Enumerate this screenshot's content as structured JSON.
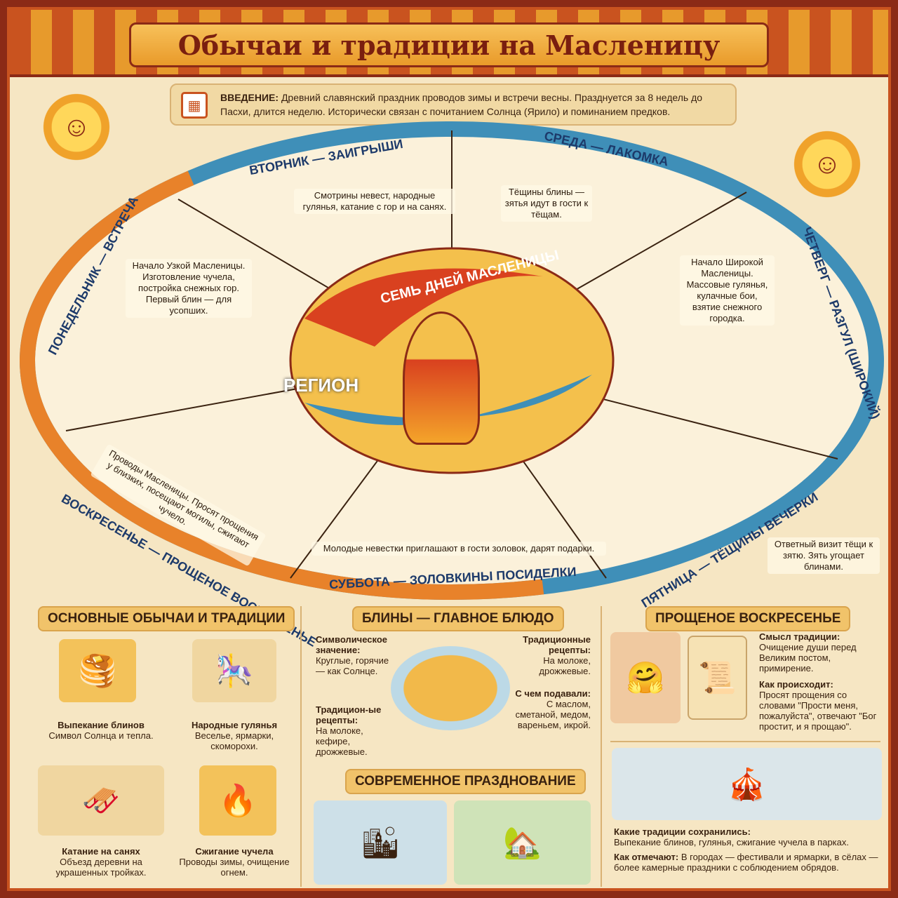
{
  "title": "Обычаи и традиции на Масленицу",
  "intro": {
    "label": "ВВЕДЕНИЕ:",
    "text": "Древний славянский праздник проводов зимы и встречи весны. Празднуется за 8 недель до Пасхи, длится неделю. Исторически связан с почитанием Солнца (Ярило) и поминанием предков.",
    "icon": "calendar-icon"
  },
  "wheel": {
    "center_title": "Семь дней Масленицы",
    "watermark": "РЕГИОН",
    "days": [
      {
        "name": "Понедельник — Встреча",
        "text": "Начало Узкой Масленицы. Изготовление чучела, постройка снежных гор. Первый блин — для усопших."
      },
      {
        "name": "Вторник — Заигрыши",
        "text": "Смотрины невест, народные гулянья, катание с гор и на санях."
      },
      {
        "name": "Среда — Лакомка",
        "text": "Тёщины блины — зятья идут в гости к тёщам."
      },
      {
        "name": "Четверг — Разгул (Широкий)",
        "text": "Начало Широкой Масленицы. Массовые гулянья, кулачные бои, взятие снежного городка."
      },
      {
        "name": "Пятница — Тёщины вечерки",
        "text": "Ответный визит тёщи к зятю. Зять угощает блинами."
      },
      {
        "name": "Суббота — Золовкины посиделки",
        "text": "Молодые невестки приглашают в гости золовок, дарят подарки."
      },
      {
        "name": "Воскресенье — Прощеное воскресенье",
        "text": "Проводы Масленицы. Просят прощения у близких, посещают могилы, сжигают чучело."
      }
    ],
    "colors": [
      "#3f8fb8",
      "#3f8fb8",
      "#e8822a",
      "#e8a82a",
      "#e8a82a",
      "#e8822a",
      "#e8822a"
    ]
  },
  "customs": {
    "title": "Основные обычаи и традиции",
    "items": [
      {
        "title": "Выпекание блинов",
        "text": "Символ Солнца и тепла."
      },
      {
        "title": "Народные гулянья",
        "text": "Веселье, ярмарки, скоморохи."
      },
      {
        "title": "Катание на санях",
        "text": "Объезд деревни на украшенных тройках."
      },
      {
        "title": "Сжигание чучела",
        "text": "Проводы зимы, очищение огнем."
      }
    ]
  },
  "bliny": {
    "title": "Блины — главное блюдо",
    "symbol_label": "Символическое значение:",
    "symbol_text": "Круглые, горячие — как Солнце.",
    "recipes1_label": "Традиционные рецепты:",
    "recipes1_text": "На молоке, дрожжевые.",
    "recipes2_label": "Традицион-ые рецепты:",
    "recipes2_text": "На молоке, кефире, дрожжевые.",
    "served_label": "С чем подавали:",
    "served_text": "С маслом, сметаной, медом, вареньем, икрой."
  },
  "modern": {
    "title": "Современное празднование"
  },
  "forgiveness": {
    "title": "Прощеное воскресенье",
    "meaning_label": "Смысл традиции:",
    "meaning_text": "Очищение души перед Великим постом, примирение.",
    "how_label": "Как происходит:",
    "how_text": "Просят прощения со словами \"Прости меня, пожалуйста\", отвечают \"Бог простит, и я прощаю\".",
    "kept_label": "Какие традиции сохранились:",
    "kept_text": "Выпекание блинов, гулянья, сжигание чучела в парках.",
    "celebrate_label": "Как отмечают:",
    "celebrate_text": "В городах — фестивали и ярмарки, в сёлах — более камерные праздники с соблюдением обрядов."
  }
}
